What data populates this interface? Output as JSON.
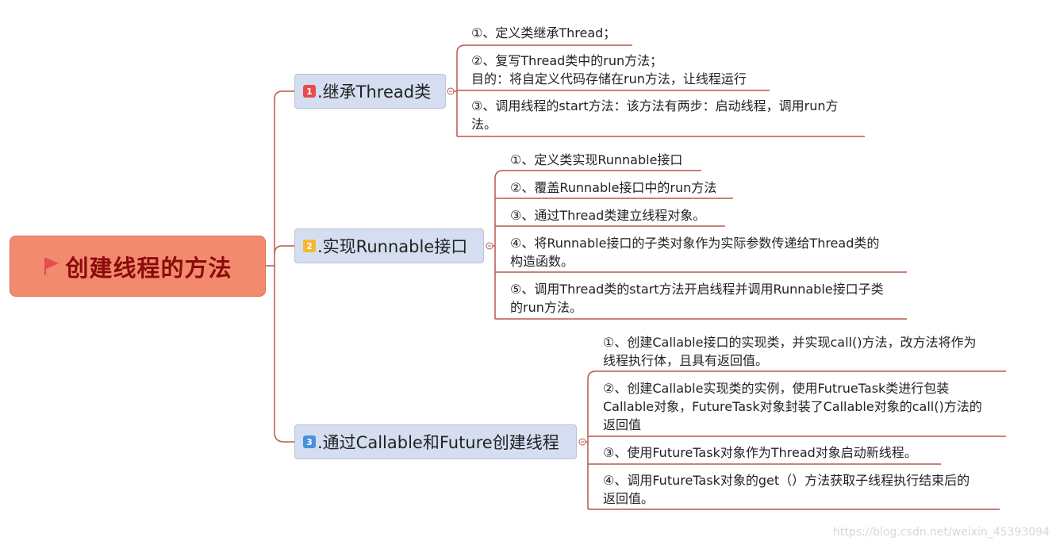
{
  "root": {
    "title": "创建线程的方法"
  },
  "branches": [
    {
      "number": "1",
      "label": ".继承Thread类",
      "badge_color": "#e84b4b",
      "items": [
        [
          "①、定义类继承Thread；"
        ],
        [
          "②、复写Thread类中的run方法；",
          "目的：将自定义代码存储在run方法，让线程运行"
        ],
        [
          "③、调用线程的start方法：该方法有两步：启动线程，调用run方",
          "法。"
        ]
      ]
    },
    {
      "number": "2",
      "label": ".实现Runnable接口",
      "badge_color": "#f5b731",
      "items": [
        [
          "①、定义类实现Runnable接口"
        ],
        [
          "②、覆盖Runnable接口中的run方法"
        ],
        [
          "③、通过Thread类建立线程对象。"
        ],
        [
          "④、将Runnable接口的子类对象作为实际参数传递给Thread类的",
          "构造函数。"
        ],
        [
          "⑤、调用Thread类的start方法开启线程并调用Runnable接口子类",
          "的run方法。"
        ]
      ]
    },
    {
      "number": "3",
      "label": ".通过Callable和Future创建线程",
      "badge_color": "#4a8fe0",
      "items": [
        [
          "①、创建Callable接口的实现类，并实现call()方法，改方法将作为",
          "线程执行体，且具有返回值。"
        ],
        [
          "②、创建Callable实现类的实例，使用FutrueTask类进行包装",
          "Callable对象，FutureTask对象封装了Callable对象的call()方法的",
          "返回值"
        ],
        [
          "③、使用FutureTask对象作为Thread对象启动新线程。"
        ],
        [
          "④、调用FutureTask对象的get（）方法获取子线程执行结束后的",
          "返回值。"
        ]
      ]
    }
  ],
  "watermark": "https://blog.csdn.net/weixin_45393094",
  "colors": {
    "line": "#b7584a",
    "root_fill": "#f28b6e",
    "root_text": "#8b0a0a",
    "branch_fill": "#d4def0"
  }
}
